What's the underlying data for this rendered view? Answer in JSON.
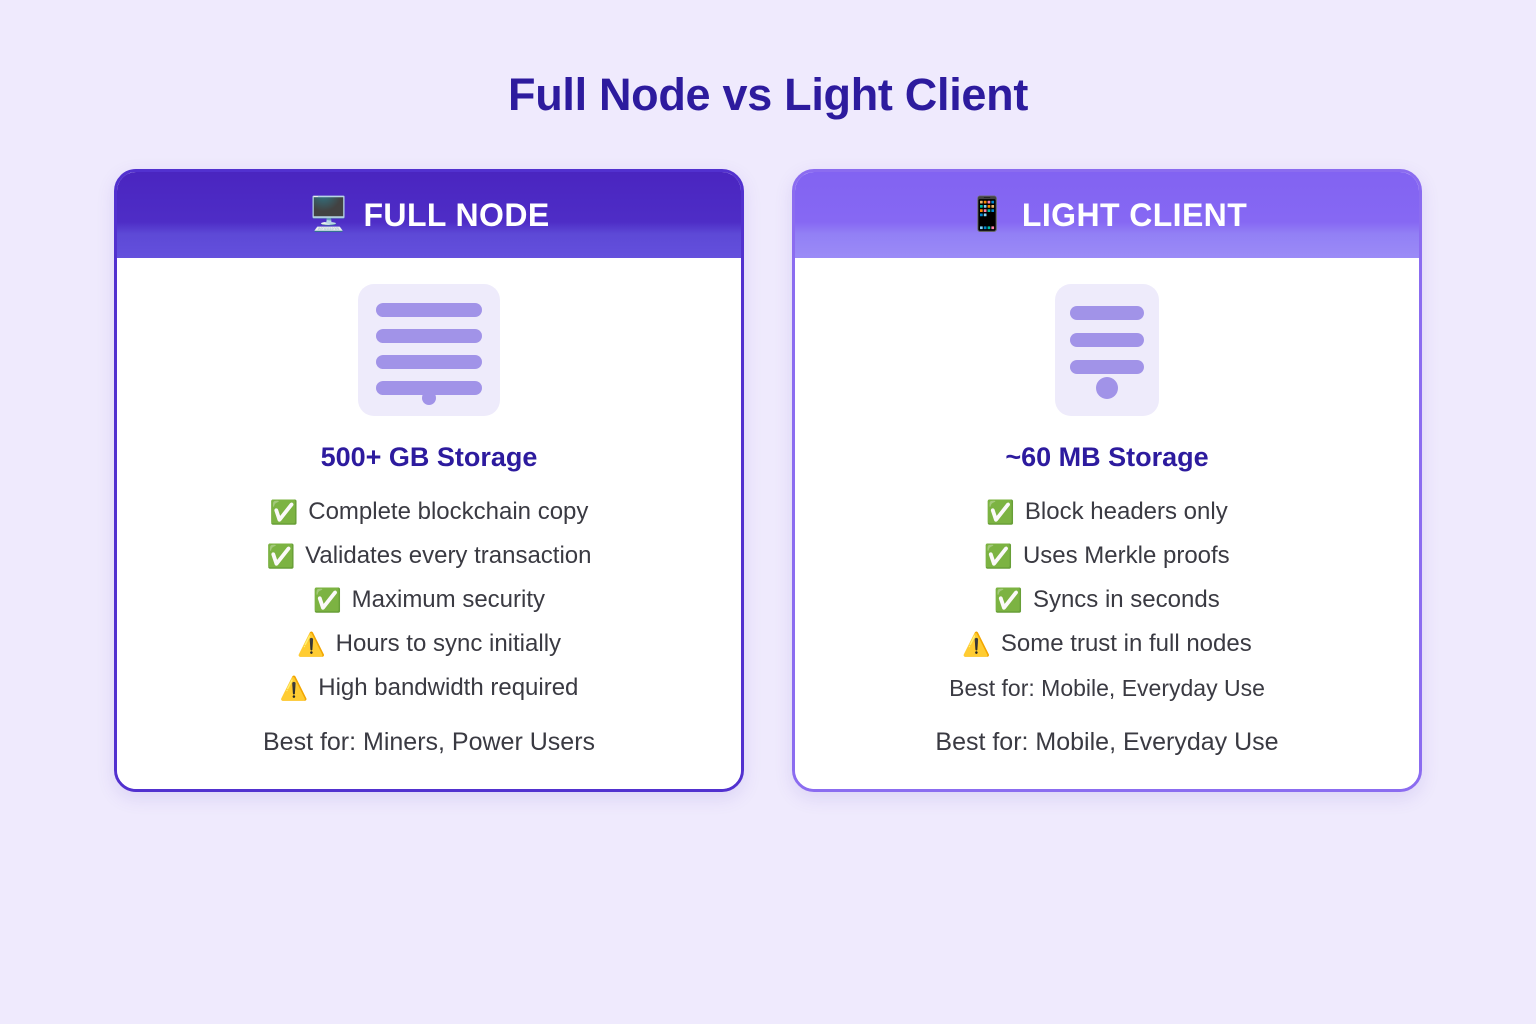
{
  "page": {
    "title": "Full Node vs Light Client",
    "background_color": "#efeafd",
    "title_color": "#2d1b9e"
  },
  "cards": [
    {
      "id": "full-node",
      "header_icon": "desktop-computer-icon",
      "header_icon_glyph": "🖥️",
      "header_title": "FULL NODE",
      "header_gradient_from": "#4a25c0",
      "header_gradient_to": "#6450dd",
      "border_color": "#5231cf",
      "graphic": "server-stack-icon",
      "graphic_bars": 4,
      "storage_label": "500+ GB Storage",
      "features": [
        {
          "icon": "check-mark-button-icon",
          "glyph": "✅",
          "text": "Complete blockchain copy"
        },
        {
          "icon": "check-mark-button-icon",
          "glyph": "✅",
          "text": "Validates every transaction"
        },
        {
          "icon": "check-mark-button-icon",
          "glyph": "✅",
          "text": "Maximum security"
        },
        {
          "icon": "warning-icon",
          "glyph": "⚠️",
          "text": "Hours to sync initially"
        },
        {
          "icon": "warning-icon",
          "glyph": "⚠️",
          "text": "High bandwidth required"
        }
      ],
      "best_for": "Best for: Miners, Power Users"
    },
    {
      "id": "light-client",
      "header_icon": "mobile-phone-icon",
      "header_icon_glyph": "📱",
      "header_title": "LIGHT CLIENT",
      "header_gradient_from": "#8263f2",
      "header_gradient_to": "#9b8bf7",
      "border_color": "#8b6cf0",
      "graphic": "server-stack-icon",
      "graphic_bars": 3,
      "storage_label": "~60 MB Storage",
      "features": [
        {
          "icon": "check-mark-button-icon",
          "glyph": "✅",
          "text": "Block headers only"
        },
        {
          "icon": "check-mark-button-icon",
          "glyph": "✅",
          "text": "Uses Merkle proofs"
        },
        {
          "icon": "check-mark-button-icon",
          "glyph": "✅",
          "text": "Syncs in seconds"
        },
        {
          "icon": "warning-icon",
          "glyph": "⚠️",
          "text": "Some trust in full nodes"
        },
        {
          "icon": "none",
          "glyph": "",
          "text": "Best for: Mobile, Everyday Use"
        }
      ],
      "best_for": "Best for: Mobile, Everyday Use"
    }
  ]
}
